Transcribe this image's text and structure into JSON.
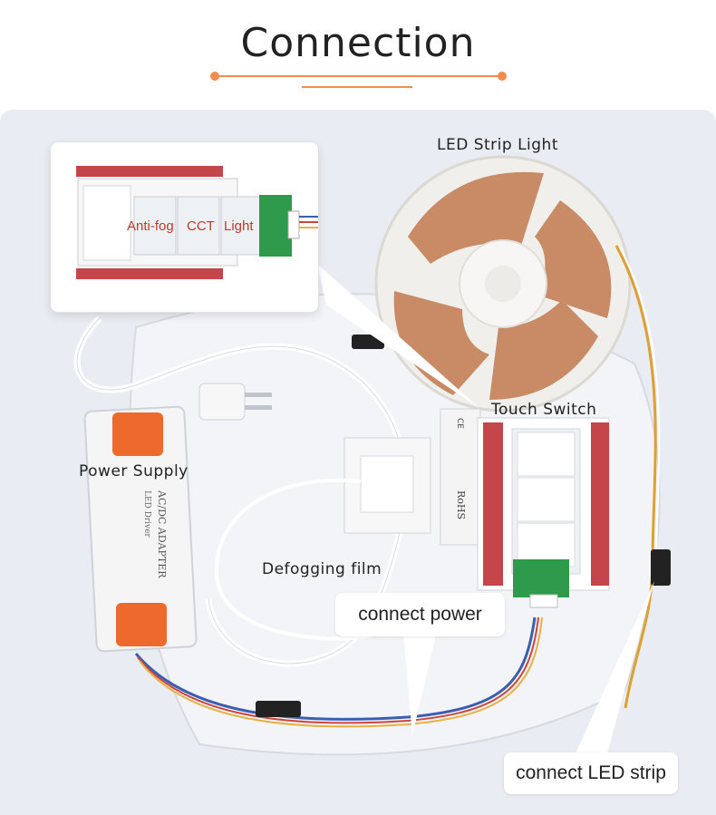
{
  "header": {
    "title": "Connection",
    "accent_color": "#f28c4e"
  },
  "labels": {
    "led_strip": "LED Strip Light",
    "touch_switch": "Touch Switch",
    "power_supply": "Power Supply",
    "defogging_film": "Defogging film"
  },
  "inset": {
    "anti_fog": "Anti-fog",
    "cct": "CCT",
    "light": "Light"
  },
  "callouts": {
    "connect_power": "connect power",
    "connect_led_strip": "connect LED strip"
  },
  "adapter_text": {
    "line1": "AC/DC ADAPTER",
    "line2": "LED Driver"
  },
  "switch_text": {
    "rohs": "RoHS",
    "ce": "CE"
  }
}
